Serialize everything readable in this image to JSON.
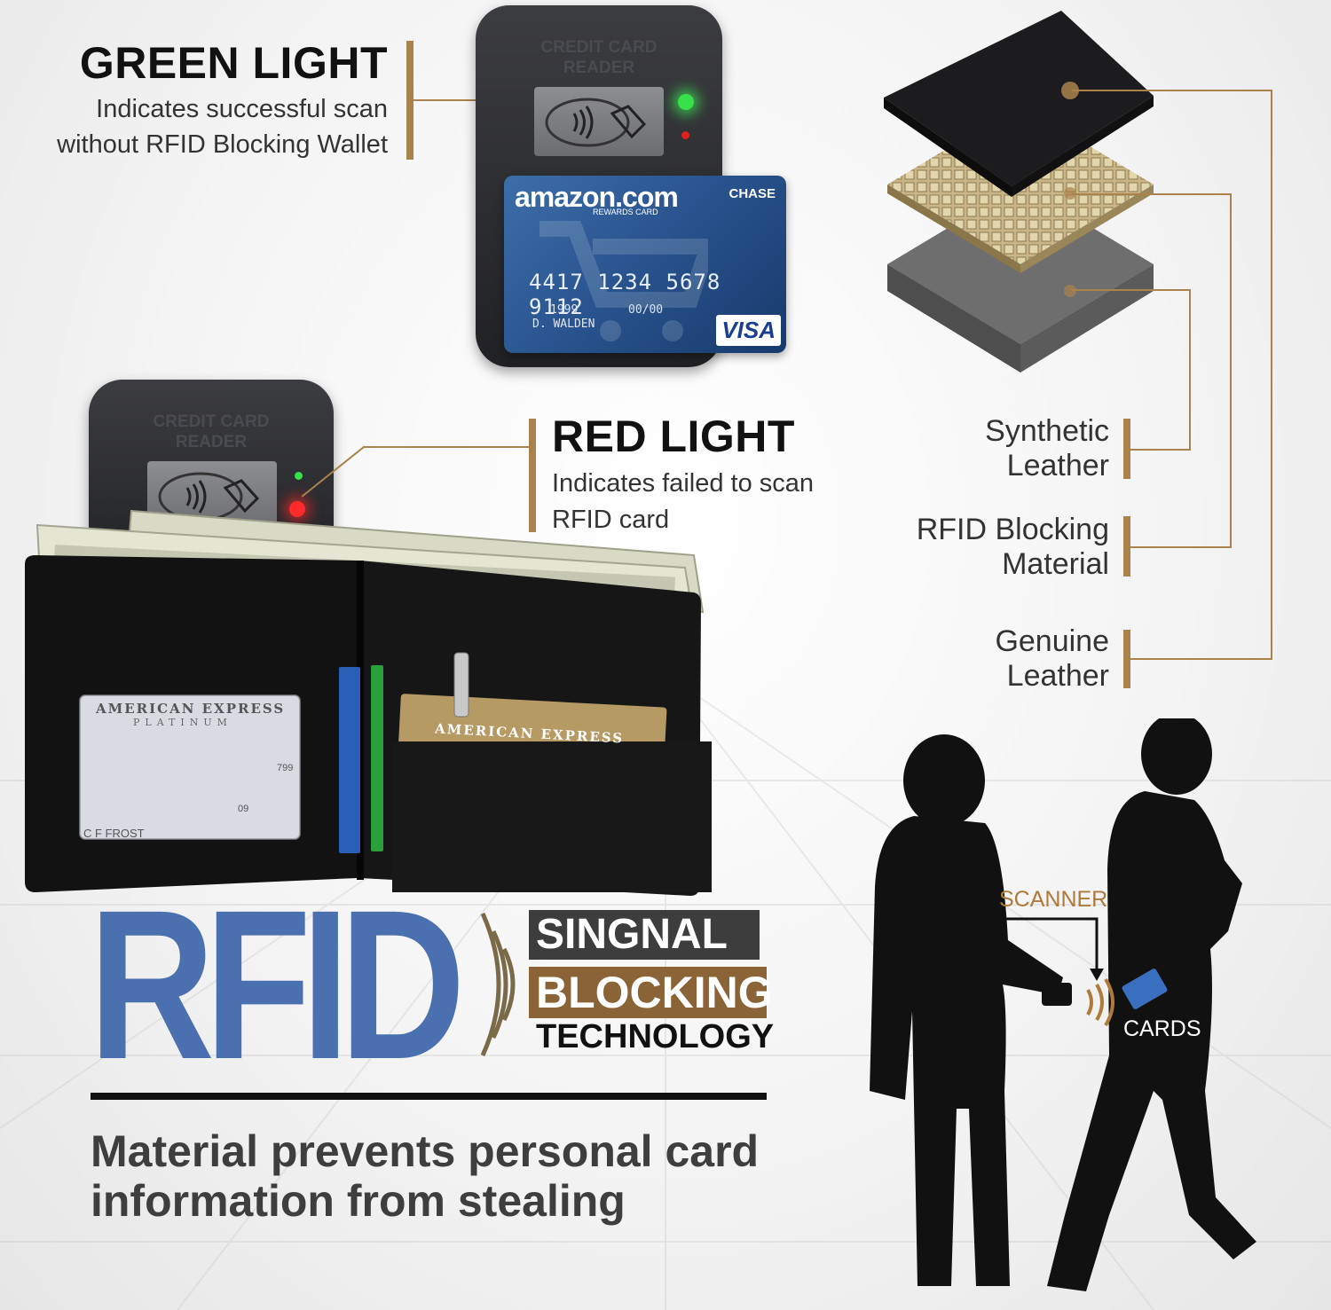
{
  "green_light": {
    "title": "GREEN LIGHT",
    "line1": "Indicates successful scan",
    "line2": "without RFID Blocking Wallet"
  },
  "red_light": {
    "title": "RED LIGHT",
    "line1": "Indicates failed to scan",
    "line2": "RFID card"
  },
  "reader": {
    "label_line1": "CREDIT CARD",
    "label_line2": "READER"
  },
  "credit_card": {
    "brand": "amazon.com",
    "subtitle": "REWARDS CARD",
    "bank": "CHASE",
    "number": "4417 1234 5678 9112",
    "since": "1999",
    "valid": "00/00",
    "holder": "D. WALDEN",
    "network": "VISA"
  },
  "wallet_cards": {
    "amex_front": "AMERICAN EXPRESS",
    "amex_sub": "PLATINUM",
    "amex_holder": "C F FROST",
    "amex_code": "799",
    "amex_exp": "09",
    "amex_back": "AMERICAN EXPRESS"
  },
  "layers": [
    {
      "line1": "Synthetic",
      "line2": "Leather"
    },
    {
      "line1": "RFID Blocking",
      "line2": "Material"
    },
    {
      "line1": "Genuine",
      "line2": "Leather"
    }
  ],
  "rfid": {
    "big": "RFID",
    "word1": "SINGNAL",
    "word2": "BLOCKING",
    "word3": "TECHNOLOGY",
    "tagline1": "Material prevents personal card",
    "tagline2": "information from stealing"
  },
  "scene": {
    "scanner_label": "SCANNER",
    "cards_label": "CARDS"
  },
  "colors": {
    "gold": "#a9824c",
    "rfid_blue": "#4a70b0",
    "dark_box": "#3d3d3d",
    "brown_box": "#8a6436"
  }
}
